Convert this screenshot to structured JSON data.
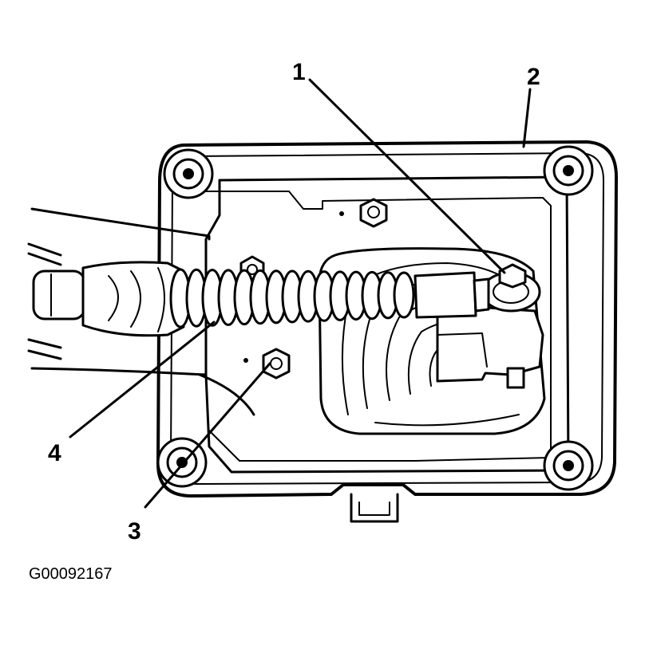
{
  "callouts": {
    "c1": "1",
    "c2": "2",
    "c3": "3",
    "c4": "4"
  },
  "figure_id": "G00092167",
  "colors": {
    "ink": "#000000",
    "paper": "#ffffff"
  }
}
